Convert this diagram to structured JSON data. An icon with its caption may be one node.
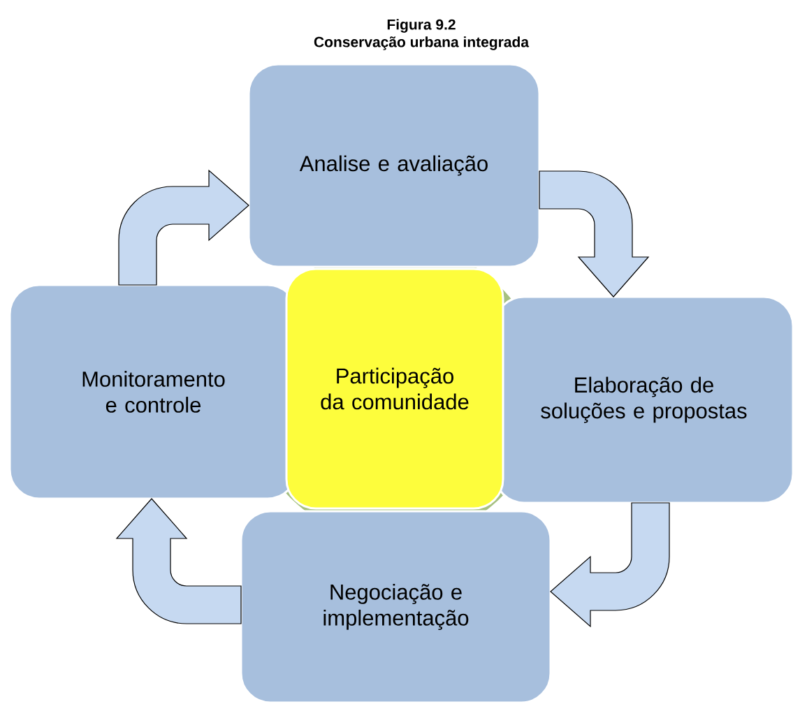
{
  "diagram": {
    "title": "Conservação urbana integrada",
    "nodes": [
      {
        "text": [
          "Analise e avaliação"
        ]
      },
      {
        "text": [
          "Monitoramento e controle"
        ]
      },
      {
        "text": [
          "Participação da comunidade"
        ]
      },
      {
        "text": [
          "Elaboração de soluções e propostas"
        ]
      },
      {
        "text": [
          "Negociação e implementação"
        ]
      }
    ],
    "edges": [
      {
        "from": 0,
        "to": 3,
        "arrow": "to"
      },
      {
        "from": 3,
        "to": 4,
        "arrow": "to"
      },
      {
        "from": 4,
        "to": 1,
        "arrow": "to"
      },
      {
        "from": 1,
        "to": 0,
        "arrow": "to"
      }
    ],
    "labels": [
      "Figura 9.2"
    ]
  }
}
